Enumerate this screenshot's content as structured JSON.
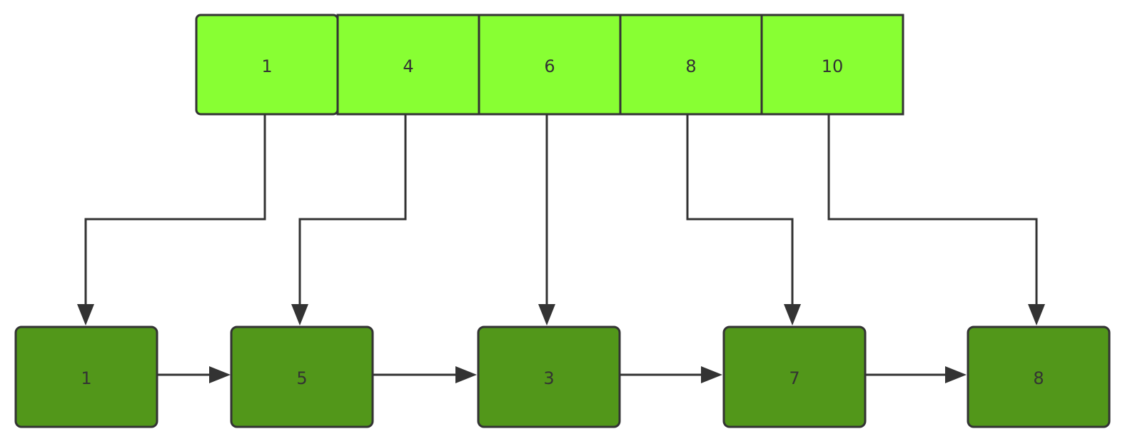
{
  "colors": {
    "index_fill": "#88ff33",
    "node_fill": "#52971a",
    "stroke": "#333333",
    "text": "#333333"
  },
  "index_array": [
    {
      "label": "1"
    },
    {
      "label": "4"
    },
    {
      "label": "6"
    },
    {
      "label": "8"
    },
    {
      "label": "10"
    }
  ],
  "nodes": [
    {
      "label": "1"
    },
    {
      "label": "5"
    },
    {
      "label": "3"
    },
    {
      "label": "7"
    },
    {
      "label": "8"
    }
  ]
}
